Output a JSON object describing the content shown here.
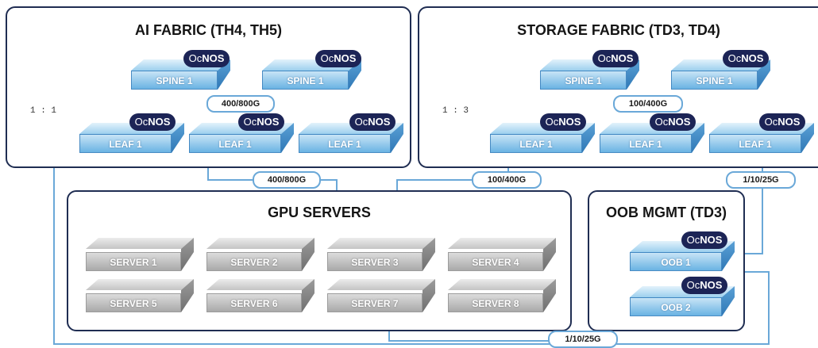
{
  "ai_fabric": {
    "title": "AI FABRIC (TH4, TH5)",
    "ratio": "1 : 1",
    "uplink_speed": "400/800G",
    "spines": [
      "SPINE 1",
      "SPINE 1"
    ],
    "leaves": [
      "LEAF 1",
      "LEAF 1",
      "LEAF 1"
    ]
  },
  "storage_fabric": {
    "title": "STORAGE FABRIC (TD3, TD4)",
    "ratio": "1 : 3",
    "uplink_speed": "100/400G",
    "spines": [
      "SPINE 1",
      "SPINE 1"
    ],
    "leaves": [
      "LEAF 1",
      "LEAF 1",
      "LEAF 1"
    ]
  },
  "gpu_servers": {
    "title": "GPU SERVERS",
    "servers": [
      "SERVER 1",
      "SERVER 2",
      "SERVER 3",
      "SERVER 4",
      "SERVER 5",
      "SERVER 6",
      "SERVER 7",
      "SERVER 8"
    ]
  },
  "oob_mgmt": {
    "title": "OOB MGMT (TD3)",
    "devices": [
      "OOB 1",
      "OOB 2"
    ]
  },
  "badge": {
    "prefix": "Oc",
    "suffix": "NOS"
  },
  "links": {
    "ai_to_servers": "400/800G",
    "storage_to_servers": "100/400G",
    "storage_to_oob": "1/10/25G",
    "oob_bottom": "1/10/25G"
  },
  "colors": {
    "panel_border": "#1f2d52",
    "link": "#6aa8d8",
    "badge": "#1c2456",
    "device_blue": "#6ab3e3",
    "server_gray": "#a9a9a9"
  }
}
